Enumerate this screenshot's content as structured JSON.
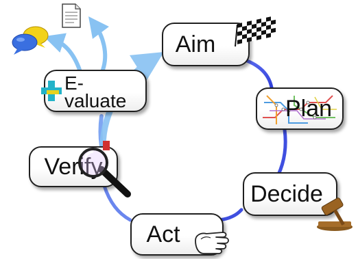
{
  "nodes": {
    "aim": "Aim",
    "plan": "Plan",
    "decide": "Decide",
    "act": "Act",
    "verify": "Verify",
    "evaluate_line1": "E-",
    "evaluate_line2": "valuate"
  },
  "icons": [
    "checkered-flag-icon",
    "subway-map-icon",
    "gavel-icon",
    "pointing-hand-icon",
    "magnifying-glass-icon",
    "plus-sign-icon",
    "document-icon",
    "chat-bubbles-icon"
  ],
  "colors": {
    "cycle_arrow": "#3f4fe0",
    "upper_arrows": "#88c2f2",
    "node_border": "#1f1f1f"
  }
}
